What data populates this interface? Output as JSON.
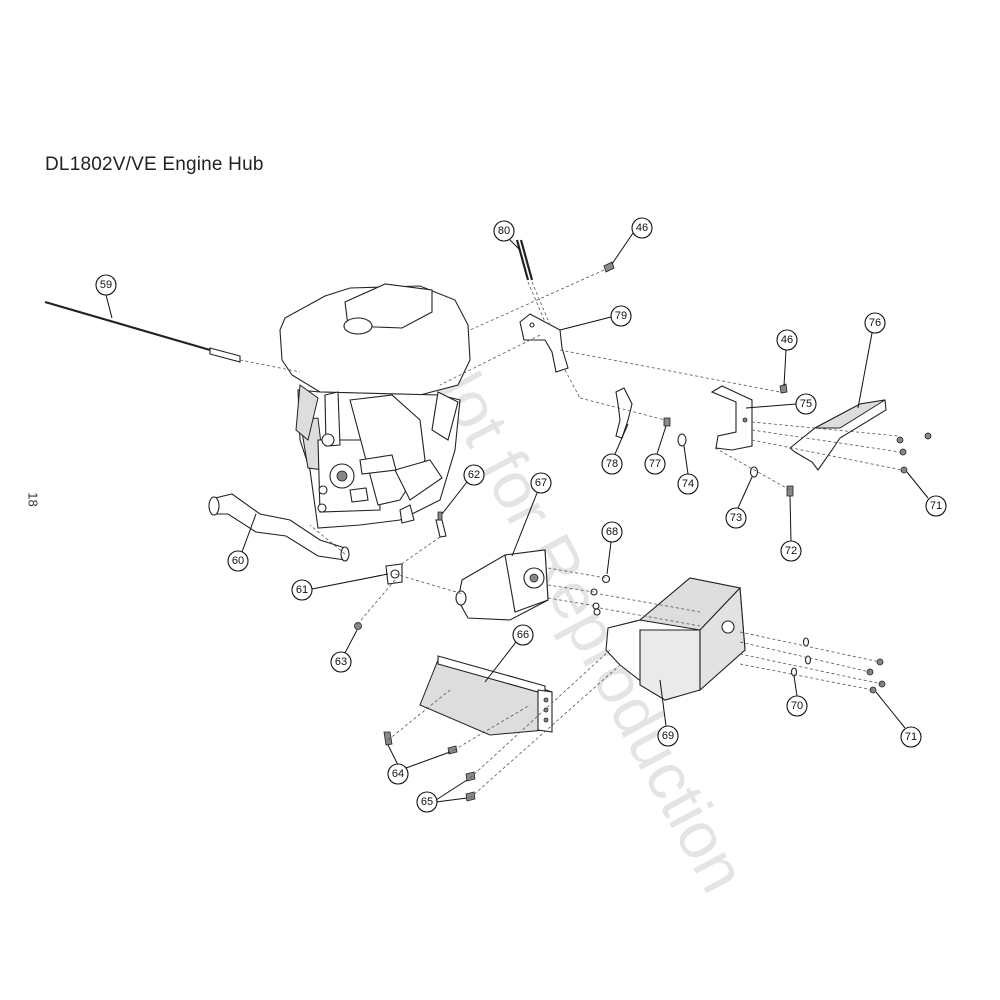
{
  "title": "DL1802V/VE Engine Hub",
  "page_number": "18",
  "watermark": "Not for Reproduction",
  "callouts": [
    {
      "label": "80"
    },
    {
      "label": "46"
    },
    {
      "label": "59"
    },
    {
      "label": "79"
    },
    {
      "label": "46"
    },
    {
      "label": "76"
    },
    {
      "label": "75"
    },
    {
      "label": "78"
    },
    {
      "label": "77"
    },
    {
      "label": "74"
    },
    {
      "label": "71"
    },
    {
      "label": "73"
    },
    {
      "label": "72"
    },
    {
      "label": "62"
    },
    {
      "label": "67"
    },
    {
      "label": "60"
    },
    {
      "label": "68"
    },
    {
      "label": "61"
    },
    {
      "label": "63"
    },
    {
      "label": "66"
    },
    {
      "label": "69"
    },
    {
      "label": "70"
    },
    {
      "label": "71"
    },
    {
      "label": "64"
    },
    {
      "label": "65"
    }
  ]
}
